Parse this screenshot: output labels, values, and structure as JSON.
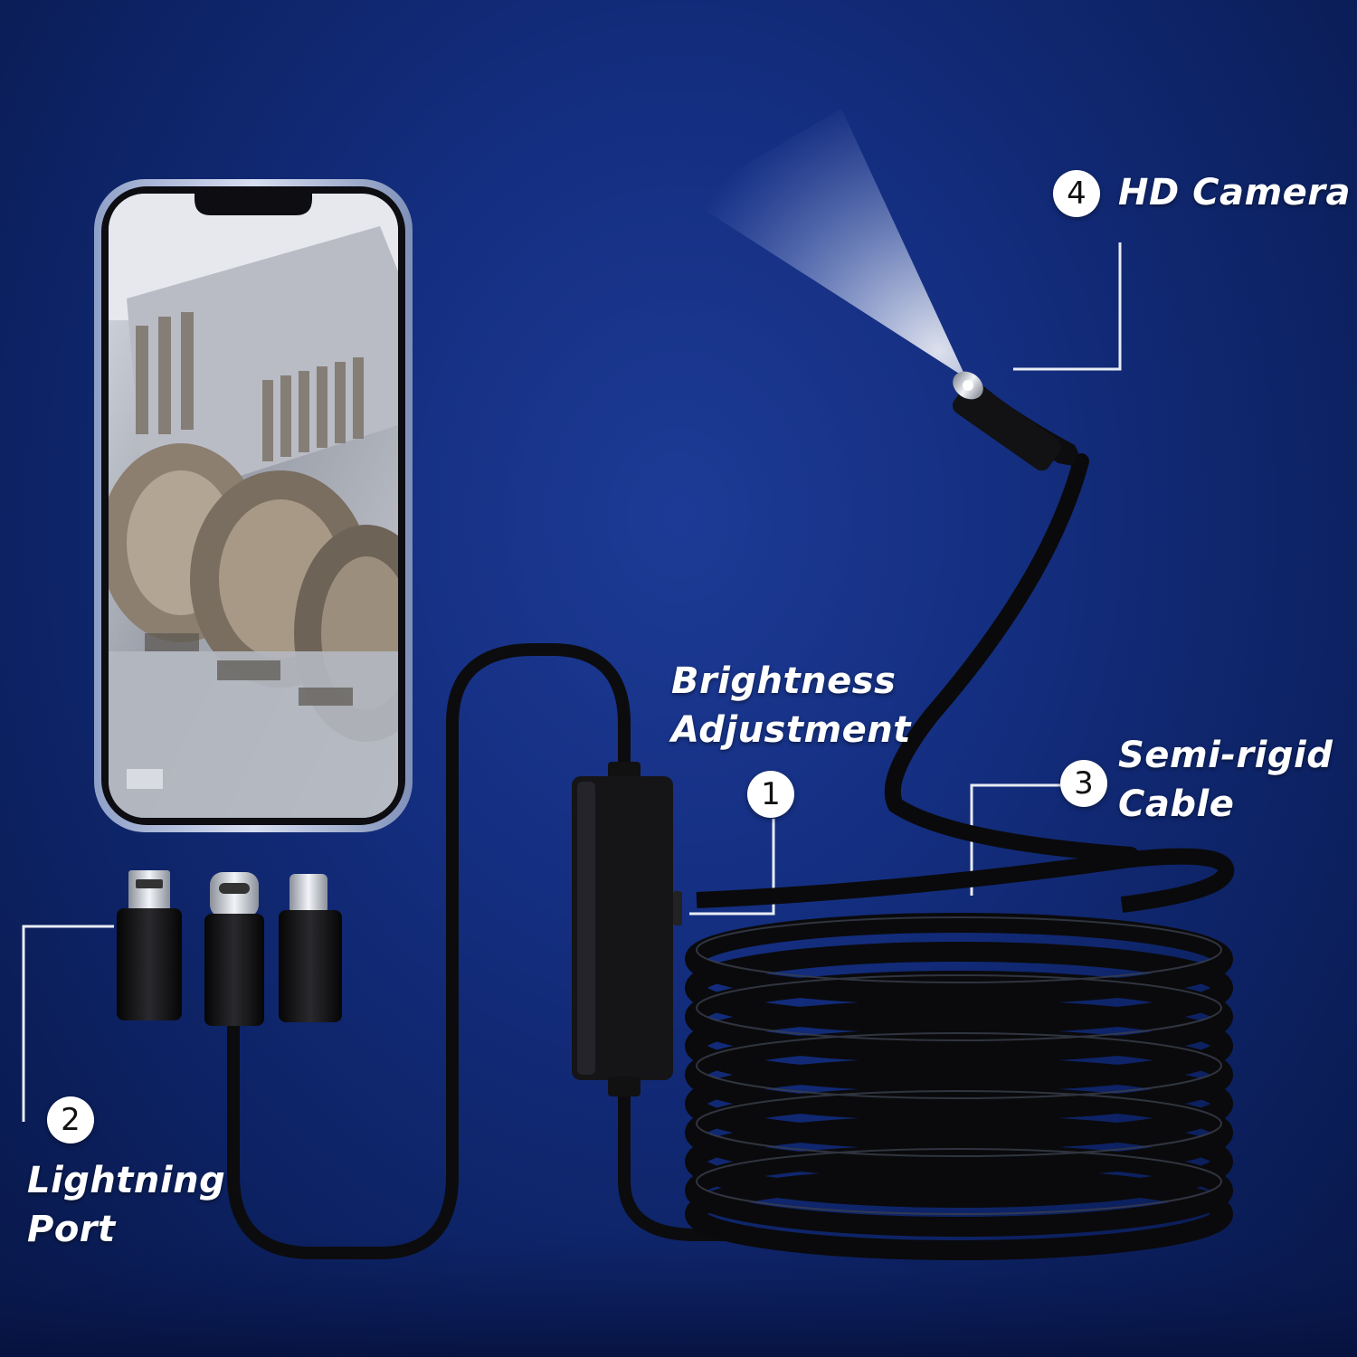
{
  "colors": {
    "background": "#142e80",
    "label_text": "#ffffff",
    "badge_fill": "#ffffff",
    "badge_text": "#111111",
    "cable": "#0c0c0e",
    "leader_line": "#e8ecf5"
  },
  "callouts": [
    {
      "number": "1",
      "lines": [
        "Brightness",
        "Adjustment"
      ]
    },
    {
      "number": "2",
      "lines": [
        "Lightning",
        "Port"
      ]
    },
    {
      "number": "3",
      "lines": [
        "Semi-rigid",
        "Cable"
      ]
    },
    {
      "number": "4",
      "lines": [
        "HD Camera"
      ]
    }
  ],
  "adapters": [
    "micro-usb-plug-icon",
    "usb-c-plug-icon",
    "lightning-plug-icon"
  ]
}
